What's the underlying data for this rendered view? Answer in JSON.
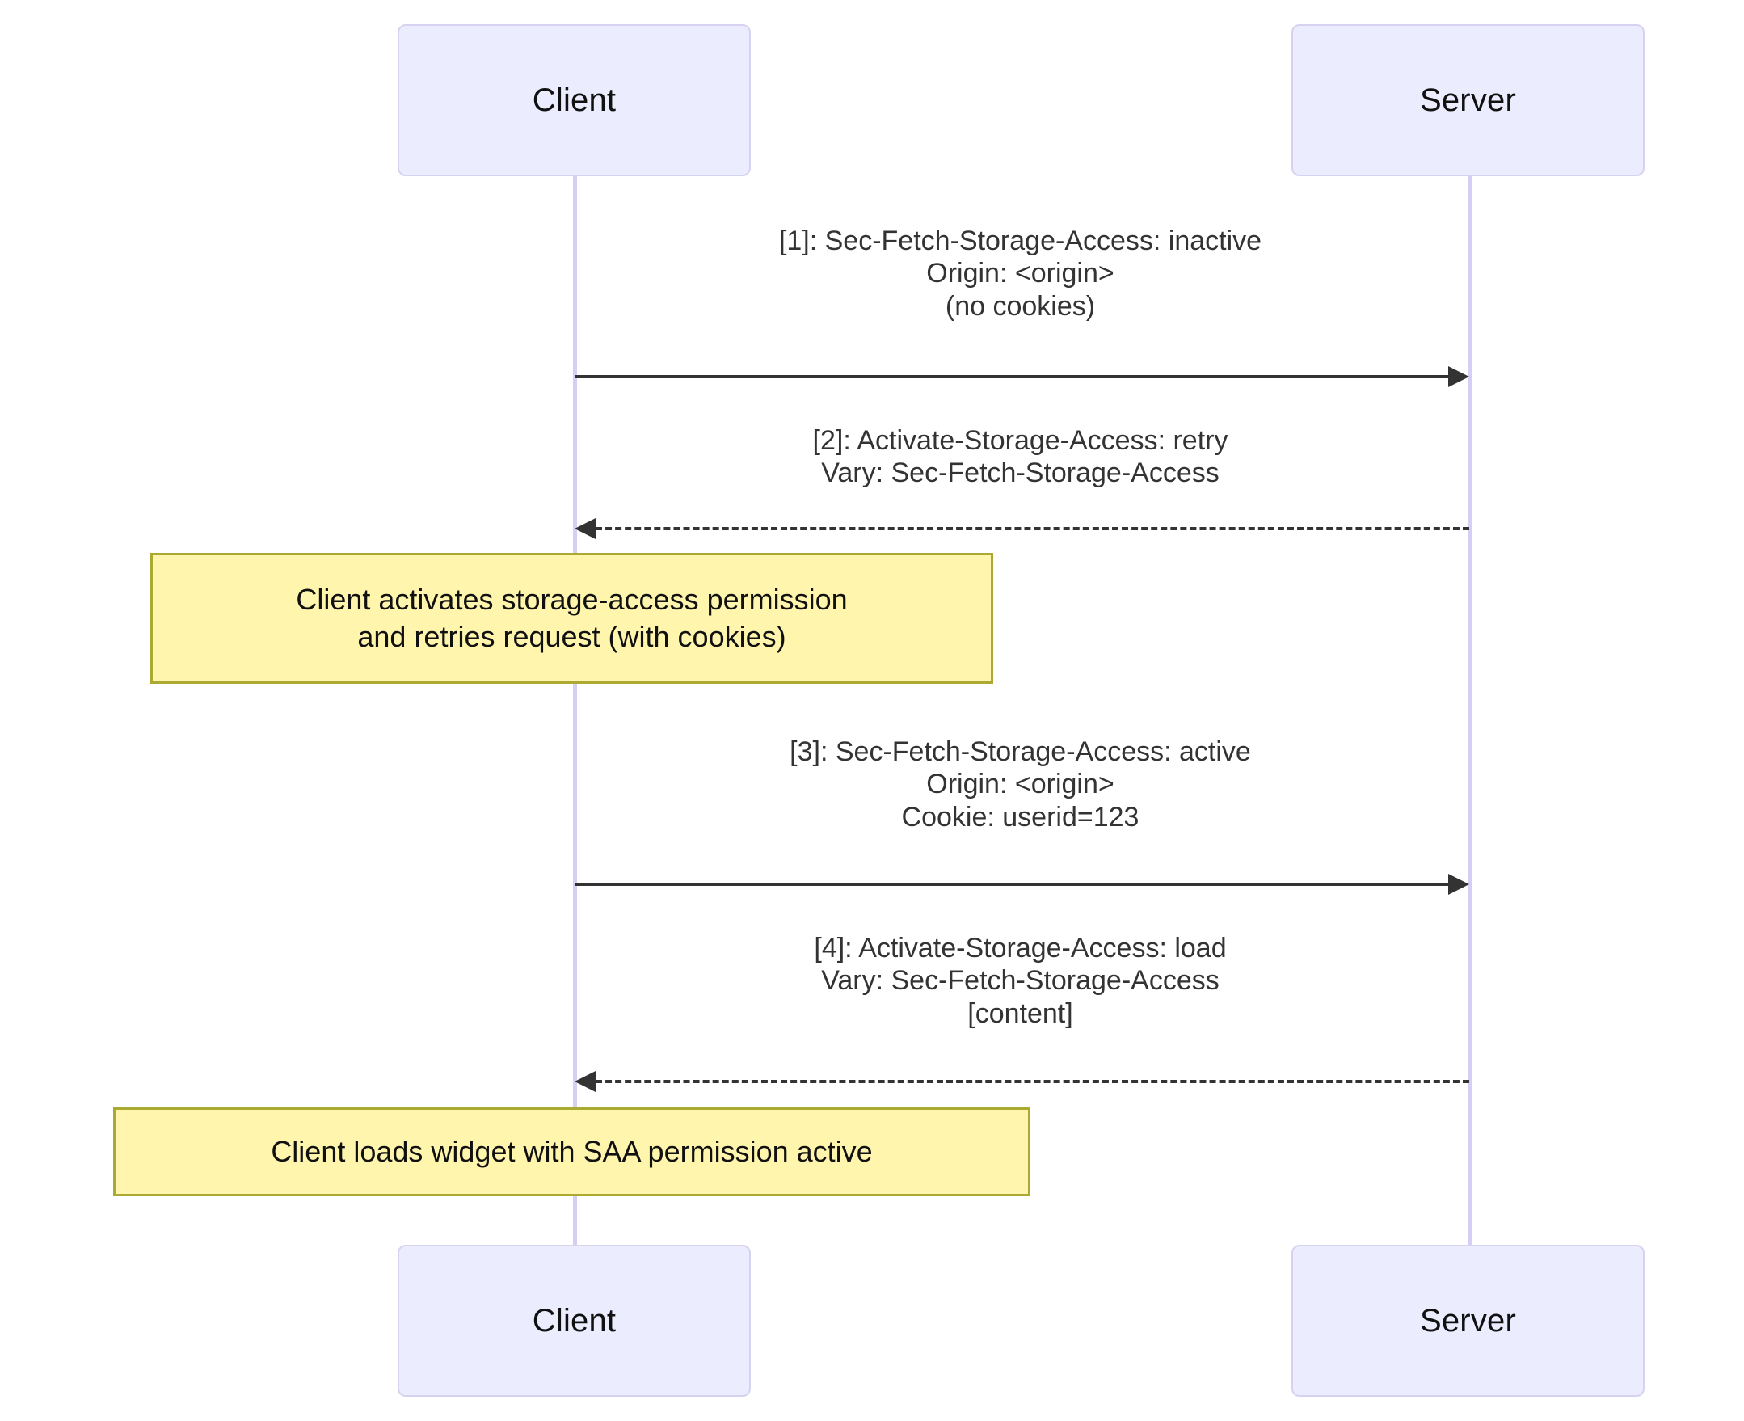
{
  "diagram": {
    "type": "sequence-diagram",
    "title": "",
    "background_color": "#ffffff",
    "colors": {
      "actor_fill": "#ECECFF",
      "actor_border": "#D6D2F0",
      "lifeline": "#D7CEF5",
      "arrow": "#333333",
      "note_fill": "#FFF5AD",
      "note_border": "#AAAA33",
      "text": "#333333"
    }
  },
  "participants": [
    {
      "id": "client",
      "label": "Client"
    },
    {
      "id": "server",
      "label": "Server"
    }
  ],
  "participants_bottom": [
    {
      "id": "client",
      "label": "Client"
    },
    {
      "id": "server",
      "label": "Server"
    }
  ],
  "messages": [
    {
      "index": "1",
      "from": "client",
      "to": "server",
      "direction": "right",
      "style": "solid",
      "label": "[1]: Sec-Fetch-Storage-Access: inactive\nOrigin: <origin>\n(no cookies)"
    },
    {
      "index": "2",
      "from": "server",
      "to": "client",
      "direction": "left",
      "style": "dashed",
      "label": "[2]: Activate-Storage-Access: retry\nVary: Sec-Fetch-Storage-Access"
    },
    {
      "index": "3",
      "from": "client",
      "to": "server",
      "direction": "right",
      "style": "solid",
      "label": "[3]: Sec-Fetch-Storage-Access: active\nOrigin: <origin>\nCookie: userid=123"
    },
    {
      "index": "4",
      "from": "server",
      "to": "client",
      "direction": "left",
      "style": "dashed",
      "label": "[4]: Activate-Storage-Access: load\nVary: Sec-Fetch-Storage-Access\n[content]"
    }
  ],
  "notes": [
    {
      "id": "note-activate",
      "over": "client",
      "text": "Client activates storage-access permission\nand retries request (with cookies)"
    },
    {
      "id": "note-loads",
      "over": "client",
      "text": "Client loads widget with SAA permission active"
    }
  ]
}
